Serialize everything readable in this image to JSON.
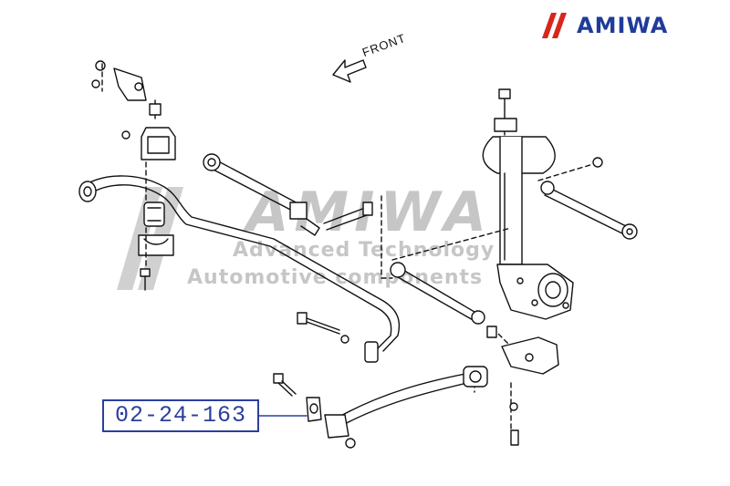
{
  "brand": {
    "name": "AMIWA",
    "accent_color": "#d8261c",
    "text_color": "#1f3c99"
  },
  "watermark": {
    "main": "AMIWA",
    "line1": "Advanced Technology",
    "line2": "Automotive components"
  },
  "diagram": {
    "front_label": "FRONT"
  },
  "callout": {
    "part_number": "02-24-163",
    "color": "#2b3fa0"
  }
}
